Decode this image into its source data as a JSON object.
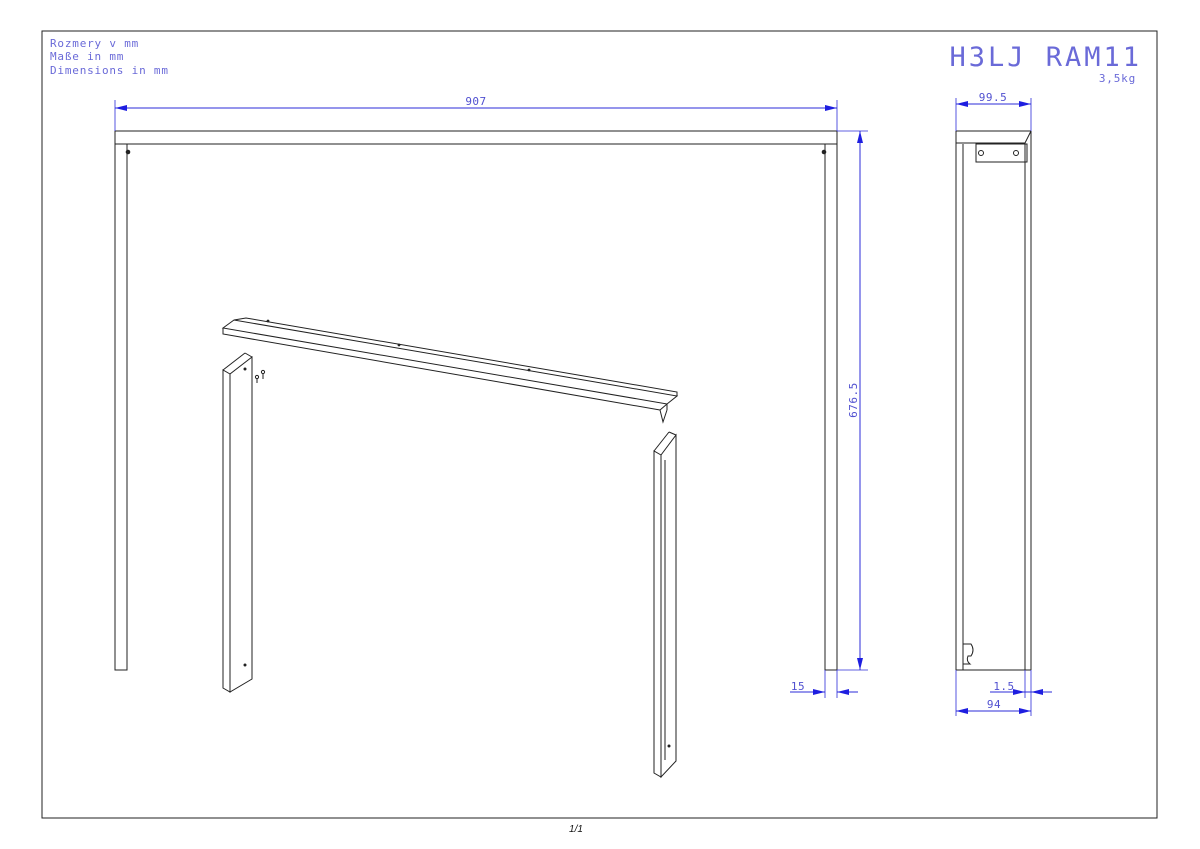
{
  "units_note": {
    "line1": "Rozmery v mm",
    "line2": "Maße in mm",
    "line3": "Dimensions in mm"
  },
  "title": {
    "part_code": "H3LJ RAM11",
    "weight": "3,5kg"
  },
  "dimensions": {
    "width": "907",
    "height": "676.5",
    "leg_width": "15",
    "depth": "99.5",
    "side_offset": "1.5",
    "side_depth": "94"
  },
  "page_number": "1/1",
  "colors": {
    "annotation_text": "#6a6ad8",
    "dimension_line": "#2b2bd8",
    "part_line": "#222222",
    "border": "#222222"
  }
}
